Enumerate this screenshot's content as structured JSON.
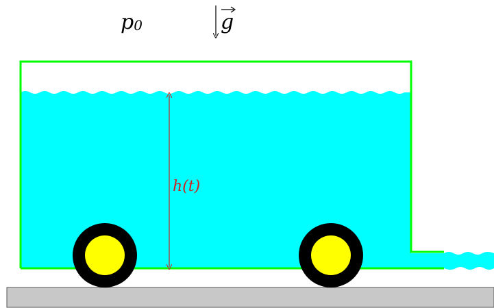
{
  "labels": {
    "pressure": "p",
    "pressure_subscript": "0",
    "gravity": "g",
    "height": "h(t)"
  },
  "colors": {
    "tank_outline": "#00ff00",
    "water": "#00ffff",
    "wheel_tire": "#000000",
    "wheel_hub": "#ffff00",
    "ground": "#c8c8c8",
    "height_marker": "#cc2222",
    "text": "#000000",
    "background": "#ffffff"
  },
  "icons": {
    "gravity_arrow": "down-arrow-icon",
    "height_arrow": "double-headed-arrow-icon"
  }
}
